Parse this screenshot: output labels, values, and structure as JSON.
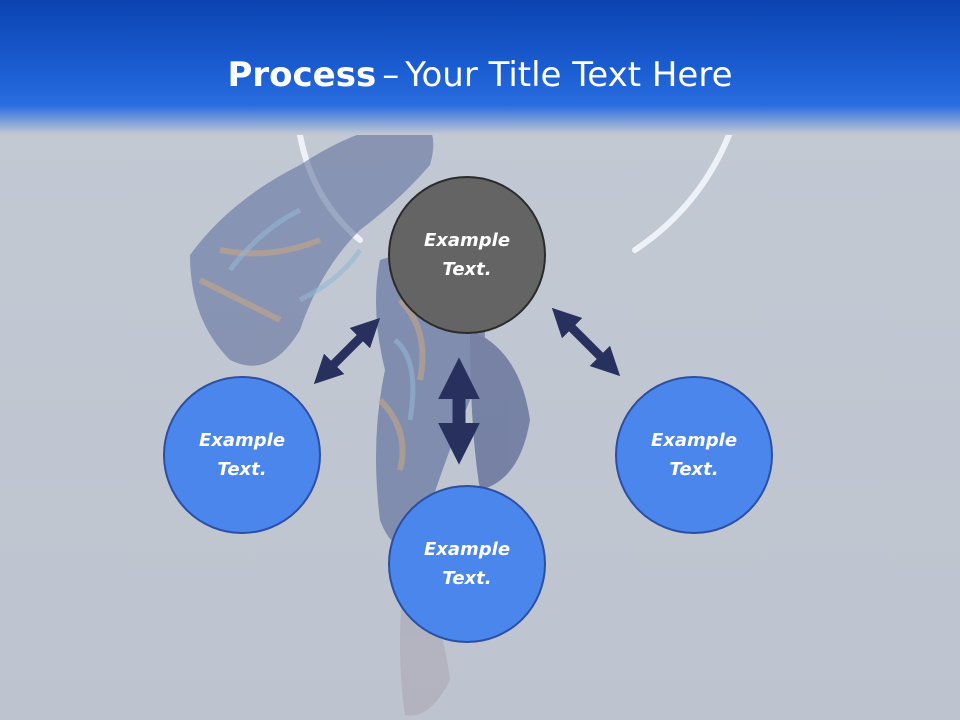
{
  "title": {
    "bold": "Process",
    "dash": "–",
    "rest": "Your Title Text Here"
  },
  "nodes": {
    "center": {
      "line1": "Example",
      "line2": "Text."
    },
    "left": {
      "line1": "Example",
      "line2": "Text."
    },
    "right": {
      "line1": "Example",
      "line2": "Text."
    },
    "bottom": {
      "line1": "Example",
      "line2": "Text."
    }
  },
  "colors": {
    "header_blue": "#1c5fd4",
    "center_node": "#646464",
    "outer_node": "#4a86ec",
    "arrow": "#28305e",
    "background": "#c1c7d1"
  },
  "icons": [
    "double-arrow",
    "double-arrow",
    "double-arrow"
  ]
}
